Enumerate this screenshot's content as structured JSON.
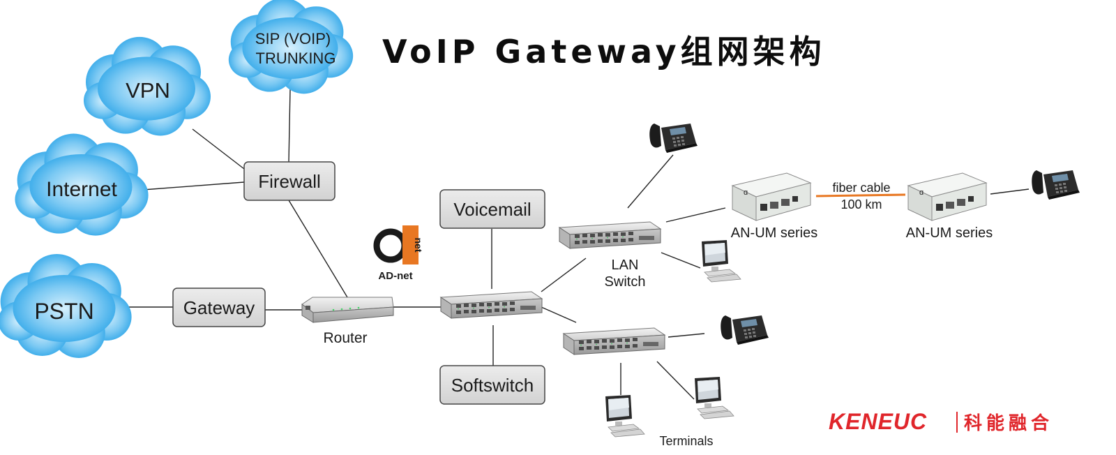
{
  "title": "VoIP Gateway组网架构",
  "clouds": {
    "sip_line1": "SIP (VOIP)",
    "sip_line2": "TRUNKING",
    "vpn": "VPN",
    "internet": "Internet",
    "pstn": "PSTN"
  },
  "boxes": {
    "firewall": "Firewall",
    "gateway": "Gateway",
    "voicemail": "Voicemail",
    "softswitch": "Softswitch"
  },
  "labels": {
    "router": "Router",
    "adnet_mark": "net",
    "adnet": "AD-net",
    "lan_line1": "LAN",
    "lan_line2": "Switch",
    "an_um_left": "AN-UM series",
    "an_um_right": "AN-UM series",
    "fiber_line1": "fiber cable",
    "fiber_line2": "100 km",
    "terminals": "Terminals"
  },
  "brand": {
    "name": "KENEUC",
    "cn": "科能融合",
    "color": "#e0262b"
  },
  "colors": {
    "cloud": "#29a9ea",
    "cloud_light": "#bfe6fb",
    "box_fill": "#dcdcdc",
    "fiber": "#e87722",
    "line": "#222222"
  }
}
